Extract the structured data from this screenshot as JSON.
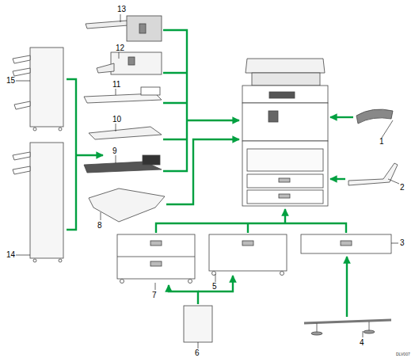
{
  "diagram": {
    "labels": [
      "13",
      "12",
      "11",
      "1",
      "10",
      "2",
      "15",
      "9",
      "8",
      "14",
      "3",
      "7",
      "5",
      "6",
      "4",
      "DLV007"
    ]
  }
}
